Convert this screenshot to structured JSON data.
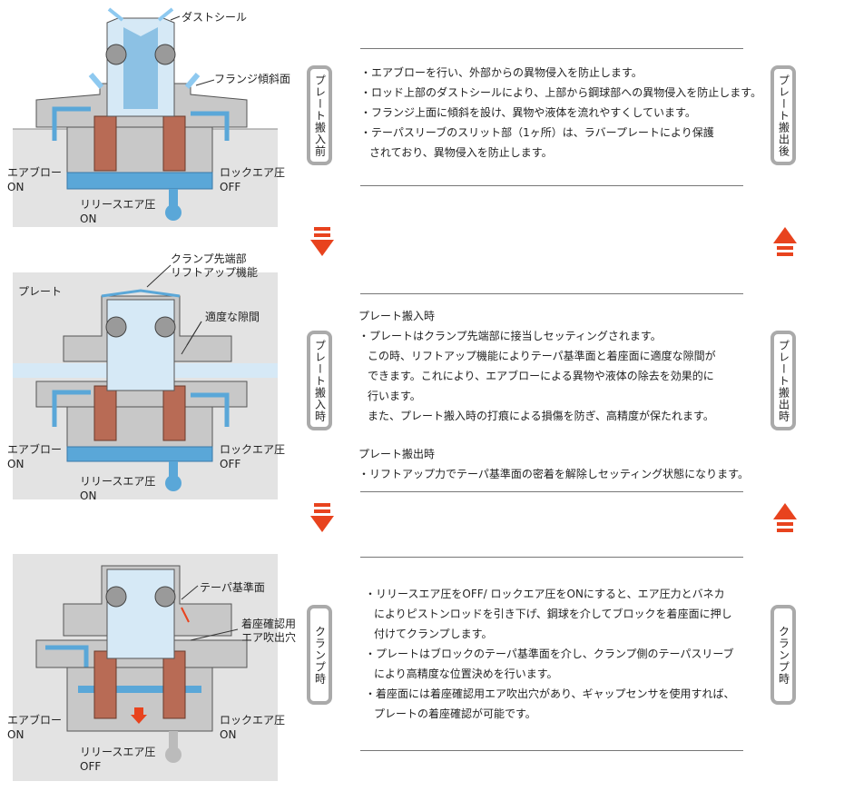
{
  "diagrams": [
    {
      "callouts": [
        "ダストシール",
        "フランジ傾斜面"
      ],
      "air_left": {
        "name": "エアブロー",
        "state": "ON"
      },
      "air_right": {
        "name": "ロックエア圧",
        "state": "OFF"
      },
      "release": {
        "name": "リリースエア圧",
        "state": "ON"
      }
    },
    {
      "callouts": [
        "クランプ先端部",
        "リフトアップ機能",
        "プレート",
        "適度な隙間"
      ],
      "air_left": {
        "name": "エアブロー",
        "state": "ON"
      },
      "air_right": {
        "name": "ロックエア圧",
        "state": "OFF"
      },
      "release": {
        "name": "リリースエア圧",
        "state": "ON"
      }
    },
    {
      "callouts": [
        "テーパ基準面",
        "着座確認用",
        "エア吹出穴"
      ],
      "air_left": {
        "name": "エアブロー",
        "state": "ON"
      },
      "air_right": {
        "name": "ロックエア圧",
        "state": "ON"
      },
      "release": {
        "name": "リリースエア圧",
        "state": "OFF"
      }
    }
  ],
  "stage_tags": {
    "before": "プレート搬入前",
    "after": "プレート搬出後",
    "loading": "プレート搬入時",
    "unloading": "プレート搬出時",
    "clamp_left": "クランプ時",
    "clamp_right": "クランプ時"
  },
  "section1": {
    "lines": [
      "・エアブローを行い、外部からの異物侵入を防止します。",
      "・ロッド上部のダストシールにより、上部から鋼球部への異物侵入を防止します。",
      "・フランジ上面に傾斜を設け、異物や液体を流れやすくしています。",
      "・テーパスリーブのスリット部（1ヶ所）は、ラバープレートにより保護",
      "されており、異物侵入を防止します。"
    ]
  },
  "section2": {
    "heading1": "プレート搬入時",
    "lines1": [
      "・プレートはクランプ先端部に接当しセッティングされます。",
      "この時、リフトアップ機能によりテーパ基準面と着座面に適度な隙間が",
      "できます。これにより、エアブローによる異物や液体の除去を効果的に",
      "行います。",
      "また、プレート搬入時の打痕による損傷を防ぎ、高精度が保たれます。"
    ],
    "heading2": "プレート搬出時",
    "lines2": [
      "・リフトアップ力でテーパ基準面の密着を解除しセッティング状態になります。"
    ]
  },
  "section3": {
    "lines": [
      "・リリースエア圧をOFF/ ロックエア圧をONにすると、エア圧力とバネカ",
      "によりピストンロッドを引き下げ、鋼球を介してブロックを着座面に押し",
      "付けてクランプします。",
      "・プレートはブロックのテーパ基準面を介し、クランプ側のテーパスリーブ",
      "により高精度な位置決めを行います。",
      "・着座面には着座確認用エア吹出穴があり、ギャップセンサを使用すれば、",
      "プレートの着座確認が可能です。"
    ]
  },
  "colors": {
    "body_gray": "#c8c8c8",
    "dark_gray": "#7d7d7d",
    "light_blue": "#d6e9f6",
    "blue": "#5aa7d8",
    "arrow_red": "#e8431e",
    "tag_border": "#aaaaaa"
  }
}
